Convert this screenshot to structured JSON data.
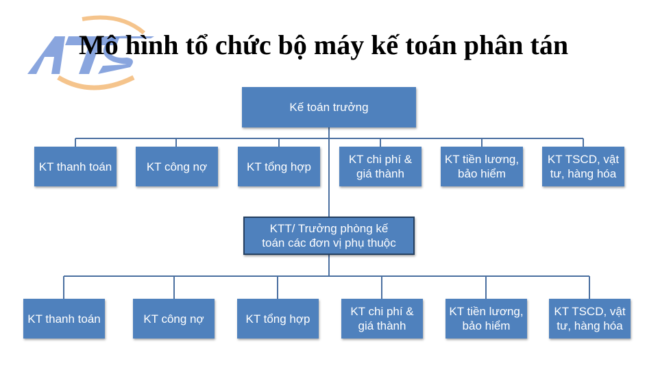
{
  "title": "Mô hình tổ chức bộ máy kế toán phân tán",
  "root": "Kế toán trưởng",
  "level1": [
    "KT thanh  toán",
    "KT công nợ",
    "KT tổng hợp",
    "KT chi phí &\ngiá thành",
    "KT tiền lương,\nbảo hiểm",
    "KT TSCD, vật\ntư, hàng hóa"
  ],
  "middle": "KTT/ Trưởng phòng kế\ntoán các đơn vị phụ thuộc",
  "level2": [
    "KT thanh toán",
    "KT công nợ",
    "KT tổng hợp",
    "KT chi phí &\ngiá thành",
    "KT tiền lương,\nbảo hiểm",
    "KT TSCD, vật\ntư, hàng hóa"
  ],
  "colors": {
    "box": "#4f81bd",
    "line": "#4a6fa0",
    "logo_blue": "#6b8fd6",
    "logo_orange": "#f2b066"
  }
}
